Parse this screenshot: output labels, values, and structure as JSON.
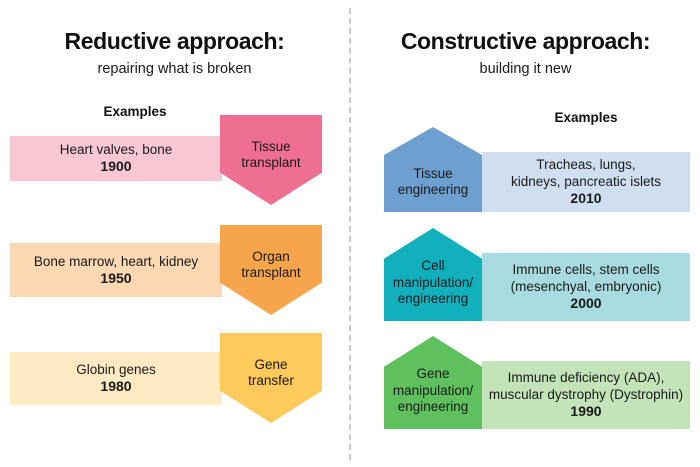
{
  "divider": {
    "style": "vertical-dashed"
  },
  "left": {
    "title": "Reductive approach:",
    "subtitle": "repairing what is broken",
    "examples_label": "Examples",
    "rows": [
      {
        "shape_label_line1": "Tissue",
        "shape_label_line2": "transplant",
        "shape_color": "#ef6f92",
        "bar_color": "#f8c7d4",
        "example": "Heart valves, bone",
        "year": "1900"
      },
      {
        "shape_label_line1": "Organ",
        "shape_label_line2": "transplant",
        "shape_color": "#f7a54c",
        "bar_color": "#fbd7b2",
        "example": "Bone marrow, heart, kidney",
        "year": "1950"
      },
      {
        "shape_label_line1": "Gene",
        "shape_label_line2": "transfer",
        "shape_color": "#fcc95a",
        "bar_color": "#fdeac2",
        "example": "Globin genes",
        "year": "1980"
      }
    ]
  },
  "right": {
    "title": "Constructive approach:",
    "subtitle": "building it new",
    "examples_label": "Examples",
    "rows": [
      {
        "shape_label_line1": "Tissue",
        "shape_label_line2": "engineering",
        "shape_label_line3": "",
        "shape_color": "#6d9fd0",
        "bar_color": "#cfdff0",
        "example_line1": "Tracheas, lungs,",
        "example_line2": "kidneys, pancreatic islets",
        "year": "2010"
      },
      {
        "shape_label_line1": "Cell",
        "shape_label_line2": "manipulation/",
        "shape_label_line3": "engineering",
        "shape_color": "#12b0bc",
        "bar_color": "#a8dbe0",
        "example_line1": "Immune cells, stem cells",
        "example_line2": "(mesenchyal, embryonic)",
        "year": "2000"
      },
      {
        "shape_label_line1": "Gene",
        "shape_label_line2": "manipulation/",
        "shape_label_line3": "engineering",
        "shape_color": "#5ec15e",
        "bar_color": "#c3e3b8",
        "example_line1": "Immune deficiency (ADA),",
        "example_line2": "muscular dystrophy (Dystrophin)",
        "year": "1990"
      }
    ]
  }
}
